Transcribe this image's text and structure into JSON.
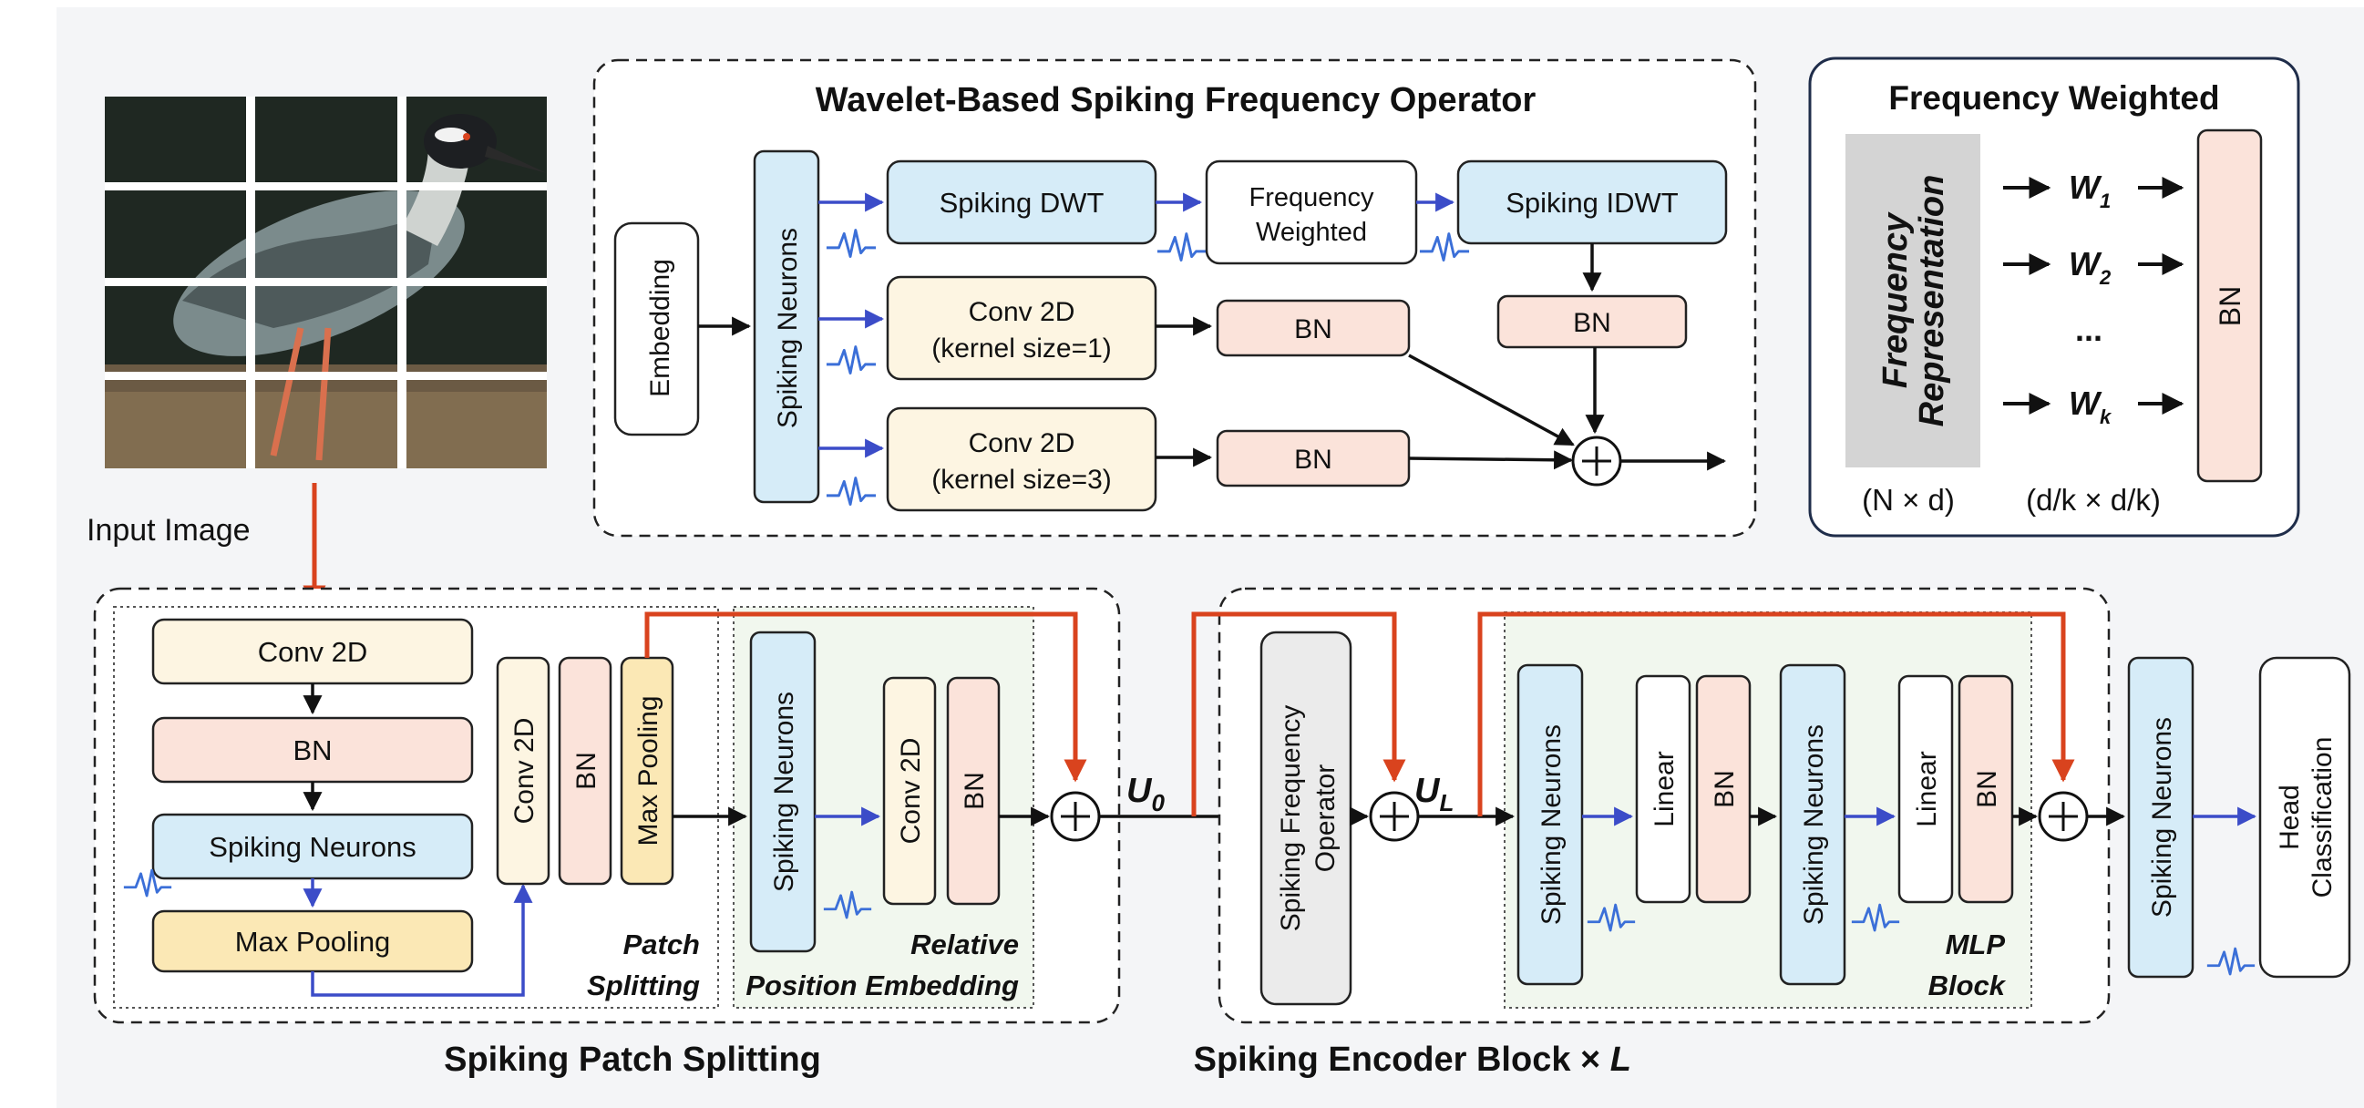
{
  "wavelet": {
    "title": "Wavelet-Based Spiking Frequency Operator",
    "embedding": "Embedding",
    "spiking_neurons": "Spiking Neurons",
    "dwt": "Spiking DWT",
    "freq_weighted_l1": "Frequency",
    "freq_weighted_l2": "Weighted",
    "idwt": "Spiking IDWT",
    "conv1_l1": "Conv 2D",
    "conv1_l2": "(kernel size=1)",
    "conv3_l1": "Conv 2D",
    "conv3_l2": "(kernel size=3)",
    "bn": "BN"
  },
  "freq_weighted": {
    "title": "Frequency Weighted",
    "rep_l1": "Frequency",
    "rep_l2": "Representation",
    "w1": "W",
    "w1_sub": "1",
    "w2": "W",
    "w2_sub": "2",
    "ellipsis": "...",
    "wk": "W",
    "wk_sub": "k",
    "bn": "BN",
    "dim_rep": "(N × d)",
    "dim_w": "(d/k × d/k)"
  },
  "input": {
    "label": "Input Image"
  },
  "patch": {
    "conv2d": "Conv 2D",
    "bn": "BN",
    "spiking_neurons": "Spiking Neurons",
    "max_pooling": "Max Pooling",
    "v_conv2d": "Conv 2D",
    "v_bn": "BN",
    "v_maxpool": "Max Pooling",
    "patch_splitting_l1": "Patch",
    "patch_splitting_l2": "Splitting",
    "rpe_spiking": "Spiking Neurons",
    "rpe_conv": "Conv 2D",
    "rpe_bn": "BN",
    "rpe_l1": "Relative",
    "rpe_l2": "Position Embedding",
    "caption": "Spiking Patch Splitting"
  },
  "encoder": {
    "u0": "U",
    "u0_sub": "0",
    "ul": "U",
    "ul_sub": "L",
    "sfo_l1": "Spiking Frequency",
    "sfo_l2": "Operator",
    "sn1": "Spiking Neurons",
    "linear1": "Linear",
    "bn1": "BN",
    "sn2": "Spiking Neurons",
    "linear2": "Linear",
    "bn2": "BN",
    "mlp_l1": "MLP",
    "mlp_l2": "Block",
    "caption_main": "Spiking Encoder Block × ",
    "caption_l": "L"
  },
  "head": {
    "spiking_neurons": "Spiking Neurons",
    "head_l1": "Head",
    "head_l2": "Classification"
  },
  "colors": {
    "blue_fill": "#d6ecf8",
    "cream_fill": "#fdf5e2",
    "pink_fill": "#fbe3da",
    "yellow_fill": "#fbe8b5",
    "gray_fill": "#ebebeb",
    "green_fill": "#f1f7ee",
    "arrow_blue": "#3b4cc8",
    "arrow_red": "#d9431e"
  }
}
